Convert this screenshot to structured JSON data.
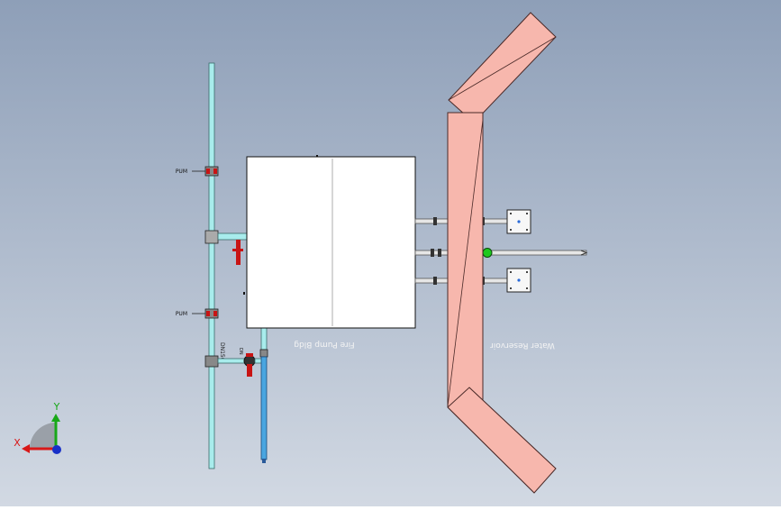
{
  "labels": {
    "fire_pump_bldg": "Fire Pump Bldg",
    "water_reservoir": "Water Reservoir",
    "pump_tag_upper": "PUM",
    "pump_tag_lower": "PUM",
    "main_pipe_tag": "DN150",
    "valve_tag": "DN"
  },
  "axes": {
    "x_label": "X",
    "y_label": "Y",
    "x_color": "#d81818",
    "y_color": "#18a818",
    "z_color": "#1830c8"
  },
  "colors": {
    "background_top": "#8e9fb8",
    "background_bottom": "#d2d9e3",
    "pipe_cyan": "#a8ecec",
    "pipe_blue": "#4aa6e0",
    "pipe_gray": "#e6e6e6",
    "reservoir_fill": "#f7b7ad",
    "reservoir_stroke": "#4a2a28",
    "valve_red": "#c81414",
    "valve_green": "#1ec81e",
    "building_fill": "#ffffff"
  }
}
